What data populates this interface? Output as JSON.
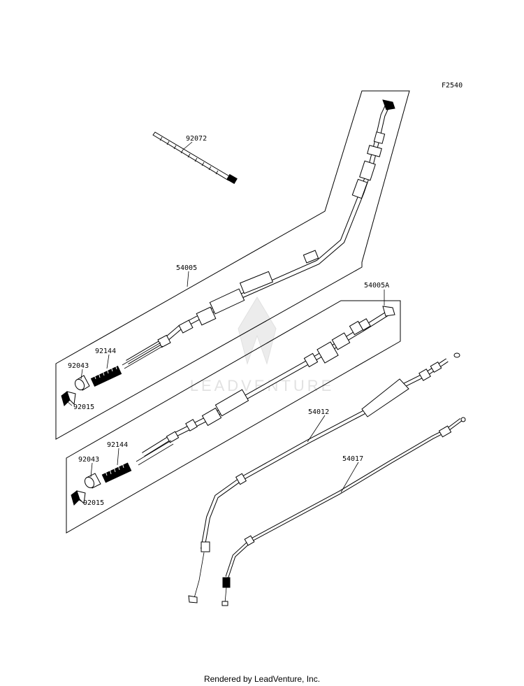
{
  "figure_code": "F2540",
  "watermark": "LEADVENTURE",
  "footer": "Rendered by LeadVenture, Inc.",
  "callouts": {
    "tie": "92072",
    "cable_upper": "54005",
    "cable_middle": "54005A",
    "spring_upper": "92144",
    "holder_upper": "92043",
    "nut_upper": "92015",
    "spring_lower": "92144",
    "holder_lower": "92043",
    "nut_lower": "92015",
    "cable_right_a": "54012",
    "cable_right_b": "54017"
  }
}
